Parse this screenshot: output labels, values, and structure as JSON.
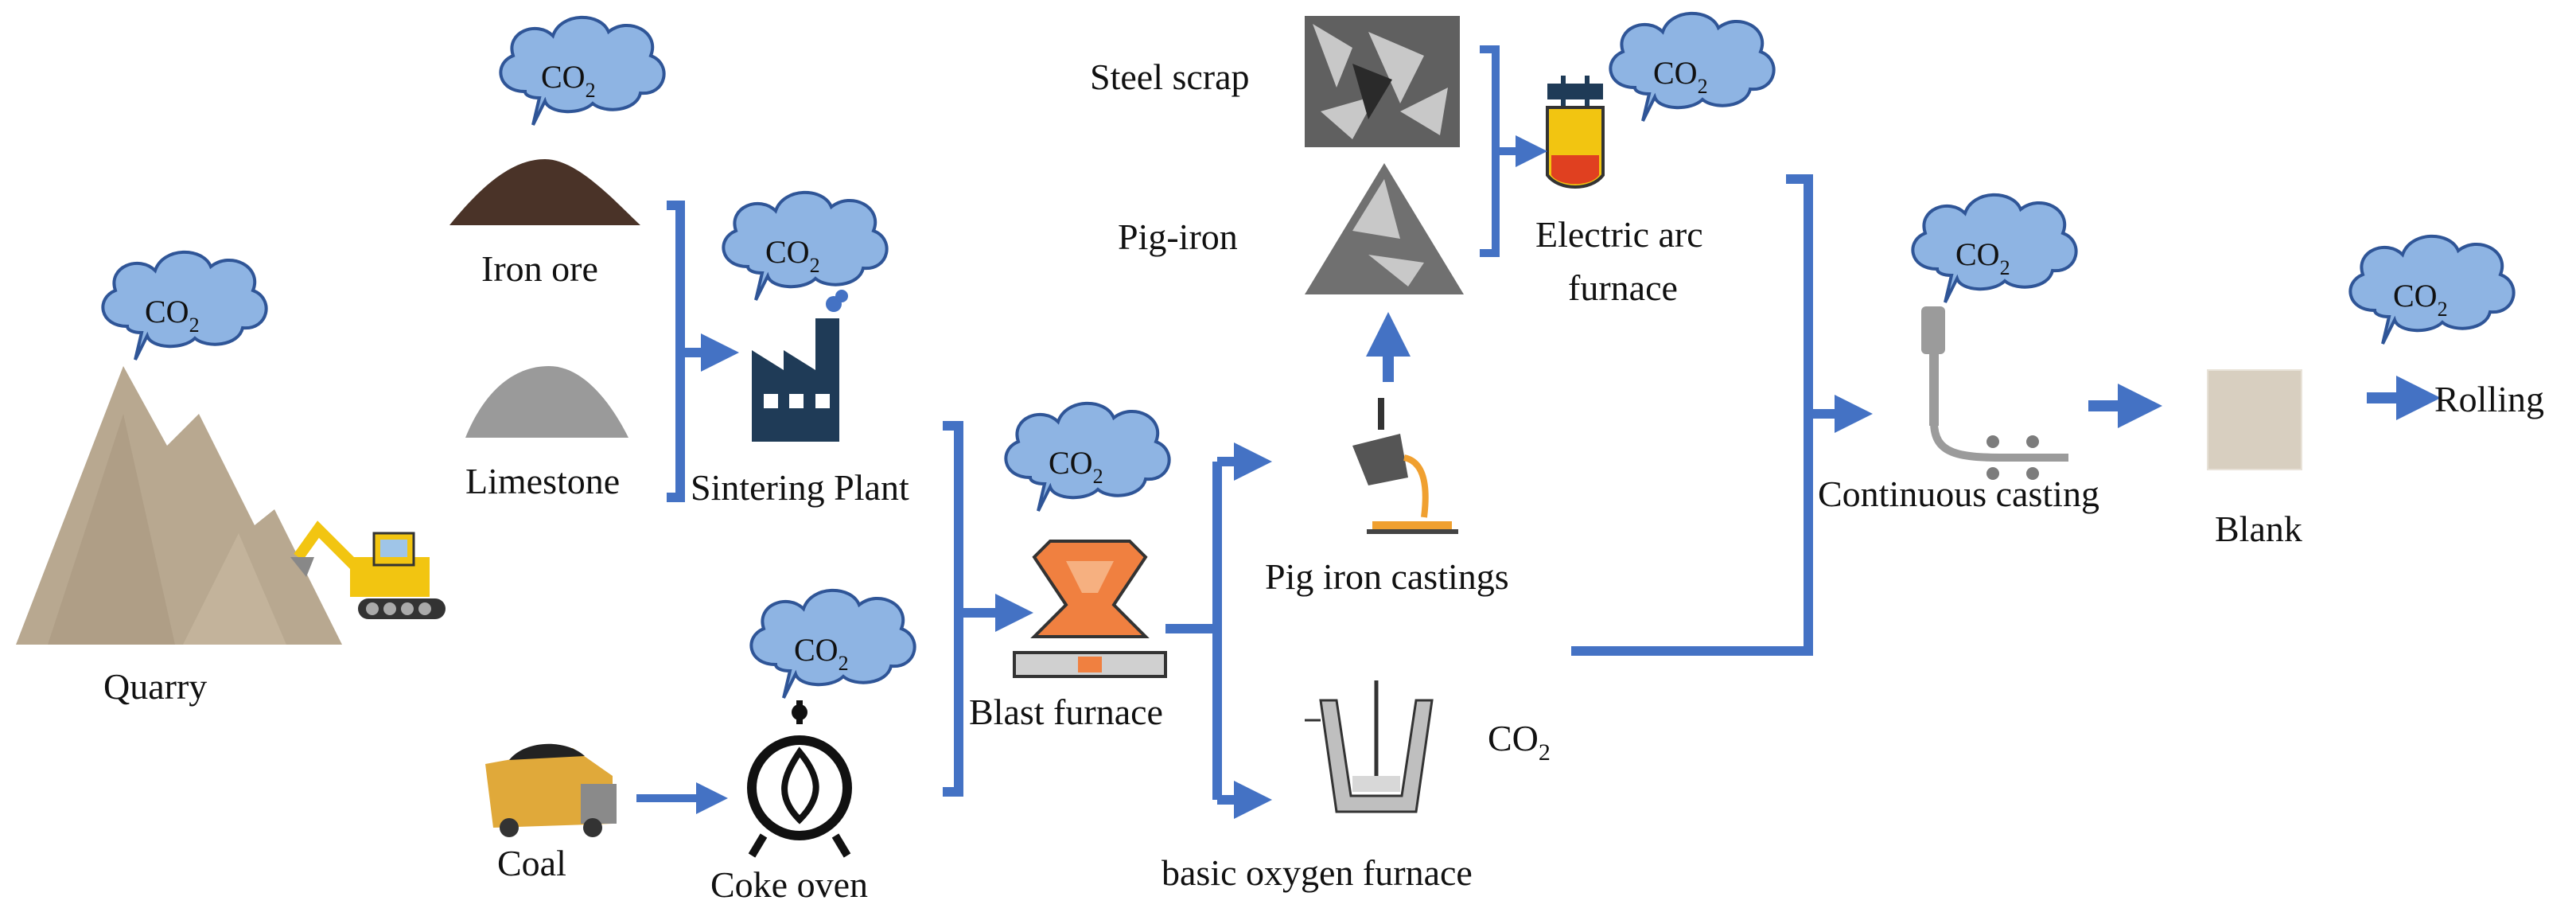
{
  "labels": {
    "quarry": "Quarry",
    "iron_ore": "Iron ore",
    "limestone": "Limestone",
    "sintering_plant": "Sintering Plant",
    "coal": "Coal",
    "coke_oven": "Coke oven",
    "blast_furnace": "Blast furnace",
    "steel_scrap": "Steel scrap",
    "pig_iron": "Pig-iron",
    "electric_arc_furnace_1": "Electric arc",
    "electric_arc_furnace_2": "furnace",
    "pig_iron_castings": "Pig iron castings",
    "basic_oxygen_furnace": "basic oxygen furnace",
    "continuous_casting": "Continuous casting",
    "blank": "Blank",
    "rolling": "Rolling"
  },
  "emission": {
    "co2_main": "CO",
    "co2_sub": "2"
  },
  "colors": {
    "arrow": "#4472C4",
    "cloud_fill": "#8EB4E3",
    "cloud_stroke": "#2F5597",
    "factory": "#1F3B57",
    "rock": "#B8A890",
    "furnace": "#F08040",
    "excavator": "#F2C511"
  },
  "icons": [
    "quarry-mountain-icon",
    "excavator-icon",
    "iron-ore-pile-icon",
    "limestone-pile-icon",
    "factory-icon",
    "coal-truck-icon",
    "coke-oven-fire-icon",
    "blast-furnace-icon",
    "steel-scrap-icon",
    "pig-iron-icon",
    "electric-arc-furnace-icon",
    "ladle-pour-icon",
    "basic-oxygen-furnace-icon",
    "continuous-casting-icon",
    "blank-slab-icon",
    "co2-cloud-icon"
  ]
}
